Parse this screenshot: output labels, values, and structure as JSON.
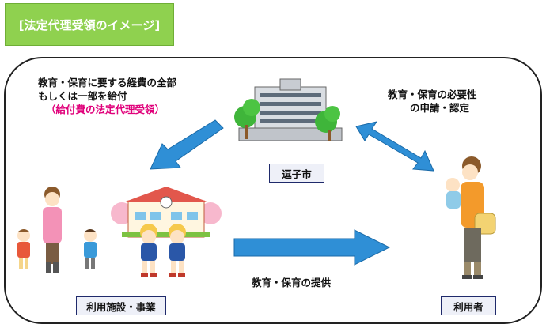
{
  "title": "[法定代理受領のイメージ]",
  "texts": {
    "payment_line1": "教育・保育に要する経費の全部",
    "payment_line2": "もしくは一部を給付",
    "payment_note": "（給付費の法定代理受領）",
    "cert_line1": "教育・保育の必要性",
    "cert_line2": "の申請・認定",
    "provision": "教育・保育の提供"
  },
  "nodes": {
    "city": "逗子市",
    "facility": "利用施設・事業",
    "user": "利用者"
  },
  "colors": {
    "title_bg": "#8fd14f",
    "arrow": "#2f8fd6",
    "note_red": "#e0007a",
    "label_border": "#1f2a6b"
  }
}
